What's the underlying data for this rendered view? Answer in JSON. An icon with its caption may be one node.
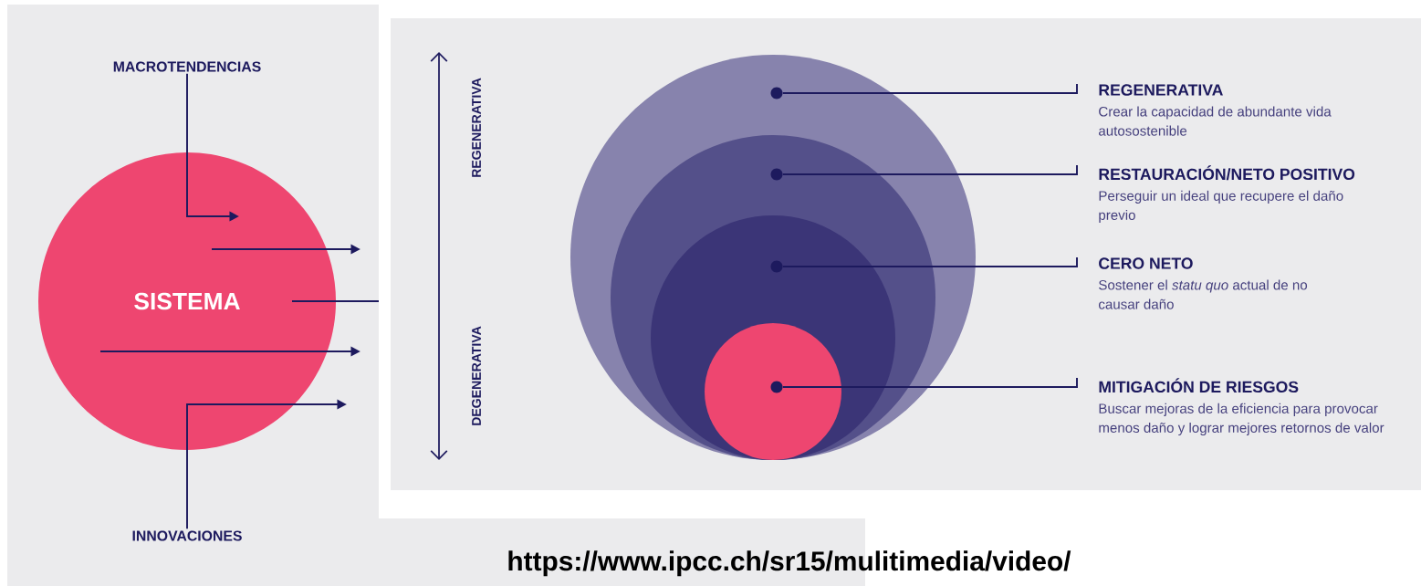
{
  "diagram": {
    "nodes": [
      {
        "text": [
          "MACROTENDENCIAS"
        ]
      },
      {
        "text": [
          "SISTEMA"
        ]
      },
      {
        "text": [
          "INNOVACIONES"
        ]
      },
      {
        "text": [],
        "shape": "circle"
      },
      {
        "text": [],
        "shape": "circle",
        "in": 3
      },
      {
        "text": [],
        "shape": "circle",
        "in": 4
      },
      {
        "text": [],
        "shape": "circle",
        "in": 5
      },
      {
        "text": [
          "REGENERATIVA",
          "Crear la capacidad de abundante vida autosostenible"
        ]
      },
      {
        "text": [
          "RESTAURACIÓN/NETO POSITIVO",
          "Perseguir un ideal que recupere el daño previo"
        ]
      },
      {
        "text": [
          "CERO NETO",
          "Sostener el *statu quo* actual de no causar daño"
        ]
      },
      {
        "text": [
          "MITIGACIÓN DE RIESGOS",
          "Buscar mejoras de la eficiencia para provocar menos daño y lograr mejores retornos de valor"
        ]
      },
      {
        "text": [],
        "shape": "circle",
        "in": 3
      },
      {
        "text": [],
        "shape": "circle",
        "in": 4
      },
      {
        "text": [],
        "shape": "circle",
        "in": 5
      },
      {
        "text": [],
        "shape": "circle",
        "in": 6
      }
    ],
    "edges": [
      {
        "from": 0,
        "to": 1,
        "arrow": "to"
      },
      {
        "from": 1,
        "to": null,
        "arrow": "to"
      },
      {
        "from": 1,
        "to": null,
        "arrow": "none"
      },
      {
        "from": 1,
        "to": null,
        "arrow": "to"
      },
      {
        "from": 2,
        "to": null,
        "arrow": "to"
      },
      {
        "from": 7,
        "to": 11,
        "arrow": "none"
      },
      {
        "from": 8,
        "to": 12,
        "arrow": "none"
      },
      {
        "from": 9,
        "to": 13,
        "arrow": "none"
      },
      {
        "from": 10,
        "to": 14,
        "arrow": "none"
      }
    ],
    "labels": [
      "REGENERATIVA",
      "DEGENERATIVA",
      "https://www.ipcc.ch/sr15/mulitimedia/video/"
    ]
  }
}
